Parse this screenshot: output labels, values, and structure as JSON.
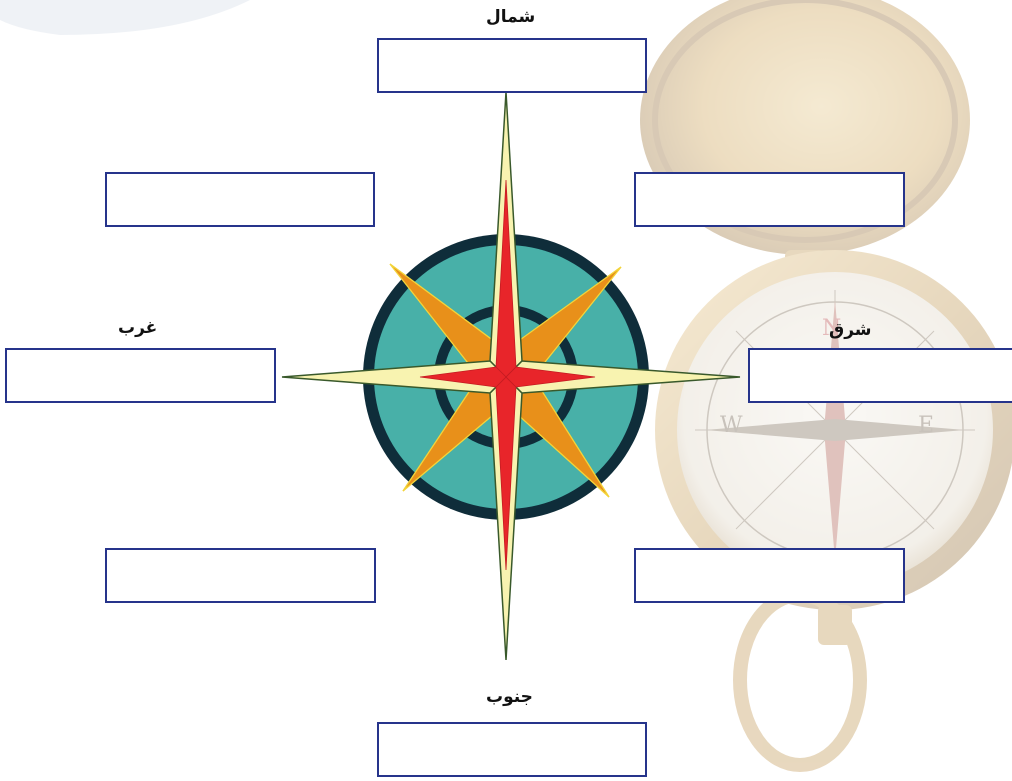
{
  "labels": {
    "north": "شمال",
    "south": "جنوب",
    "east": "شرق",
    "west": "غرب"
  },
  "inputs": {
    "north": "",
    "north_east": "",
    "north_west": "",
    "east": "",
    "west": "",
    "south_east": "",
    "south_west": "",
    "south": ""
  },
  "colors": {
    "box_border": "#26348b",
    "ring_outer": "#0f2d3a",
    "ring_fill": "#48b0a8",
    "diagonal_points": "#f5a21b",
    "main_points": "#f8f3b0",
    "center_star": "#e8252a"
  },
  "icons": {
    "background": "pocket-compass-icon",
    "center": "compass-rose-icon"
  }
}
